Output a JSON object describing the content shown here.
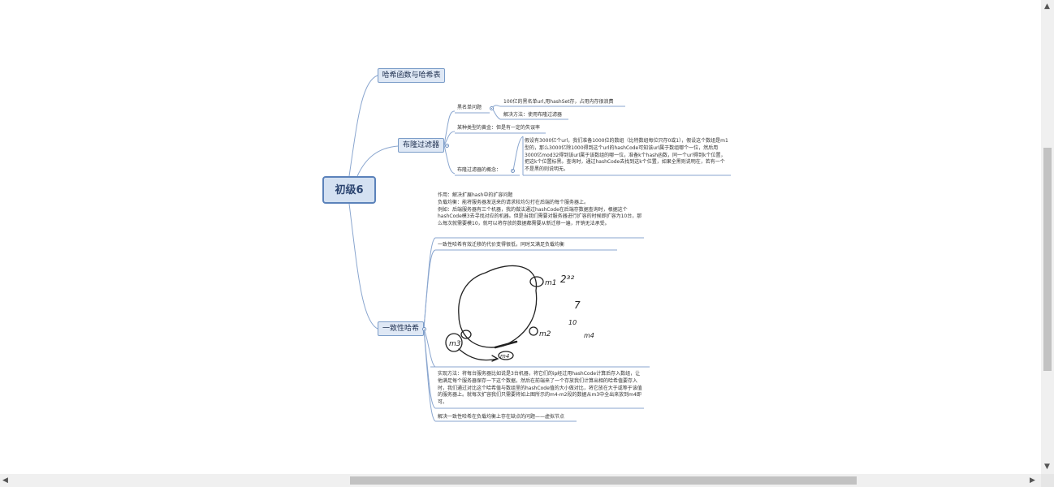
{
  "mindmap": {
    "central": "初级6",
    "branch_hash": "哈希函数与哈希表",
    "branch_bloom": "布隆过滤器",
    "branch_consistent": "一致性哈希",
    "bloom": {
      "blacklist_label": "黑名单问题",
      "blacklist_detail": "100亿的黑名单url,用hashSet存，占用内存很浪费",
      "solution": "解决方法：使用布隆过滤器",
      "typical": "某种类型的黄金：但是有一定的失误率",
      "concept_label": "布隆过滤器的概念：",
      "concept_text": "假设有3000亿个url，我们准备1000位的数组（比特数组每位只存0或1），假设这个数组是m1型的，那么3000亿除1000得到这个url的hashCode可知该url属于数组哪个一位，然后用3000亿mod32得到该url属于该数组的哪一位，准备k个hash函数，同一个url得到k个位置，把这k个位置标黑。查询时，通过hashCode去找到这k个位置，如果全黑则说明在，若有一个不是黑的则说明无。"
    },
    "consistent": {
      "intro": "作用：解决扩展hash中的扩容问题\n负载均衡：能将服务器发送来的请求较均匀打在后端的每个服务器上。\n例如：后端服务器有三个机器，我的做法通过hashCode在后端存数据查询时，根据这个hashCode模3去寻找对应的机器。但是当我们需要对服务器进行扩容的时候即扩容为10台，那么每次就需要模10，就可以将存放的数据都需要从新迁移一遍，开销无法承受。",
      "migration": "一致性哈希有效迁移的代价变得很低，同时又满足负载均衡",
      "implementation": "实现方法：将每台服务器比如说是3台机器，将它们的ip经过用hashCode计算后存入数组，让他满足每个服务器保存一下这个数据，然后在前端来了一个存放我们计算出相的哈希值要存入时，我们通过对比这个哈希值与数组里的hashCode值的大小做对比，将它放在大于或等于该值的服务器上。就每次扩容我们只需要将如上图所示的m4-m2段的数据从m3中全出来放到m4即可。",
      "balance": "解决一致性哈希在负载均衡上存在缺点的问题——虚拟节点"
    },
    "handwriting": {
      "m1": "m1",
      "m2": "m2",
      "m3": "m3",
      "m4": "m4",
      "power": "2³²",
      "seven": "7",
      "ten": "10",
      "note": "m4"
    }
  },
  "scrollbars": {
    "up": "▲",
    "down": "▼",
    "left": "◀",
    "right": "▶"
  }
}
